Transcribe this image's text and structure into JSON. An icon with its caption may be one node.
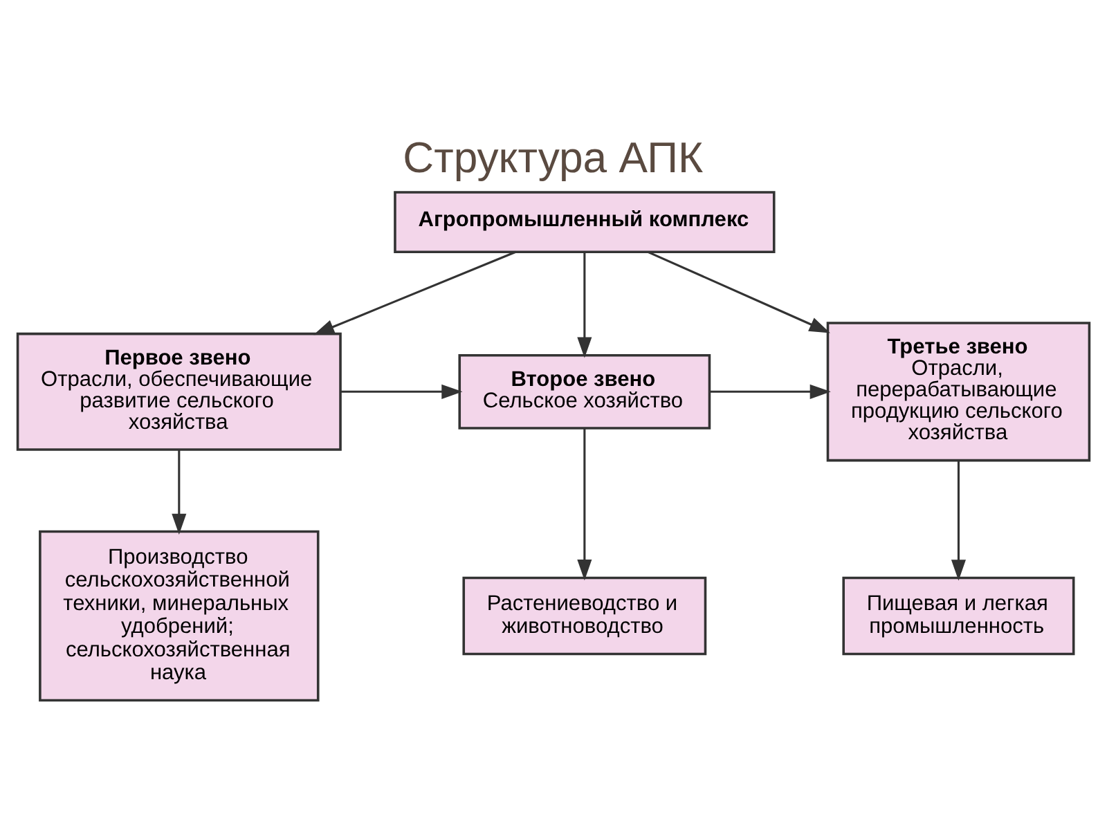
{
  "diagram": {
    "title": "Структура АПК",
    "nodes": [
      {
        "text": [
          "Агропромышленный комплекс"
        ]
      },
      {
        "text": [
          "Первое звено",
          "Отрасли, обеспечивающие развитие сельского хозяйства"
        ]
      },
      {
        "text": [
          "Второе звено",
          "Сельское хозяйство"
        ]
      },
      {
        "text": [
          "Третье звено",
          "Отрасли, перерабатывающие продукцию сельского хозяйства"
        ]
      },
      {
        "text": [
          "Производство сельскохозяйственной техники, минеральных удобрений; сельскохозяйственная наука"
        ]
      },
      {
        "text": [
          "Растениеводство и животноводство"
        ]
      },
      {
        "text": [
          "Пищевая и легкая промышленность"
        ]
      }
    ],
    "edges": [
      {
        "from": 0,
        "to": 1,
        "arrow": "to"
      },
      {
        "from": 0,
        "to": 2,
        "arrow": "to"
      },
      {
        "from": 0,
        "to": 3,
        "arrow": "to"
      },
      {
        "from": 1,
        "to": 2,
        "arrow": "to"
      },
      {
        "from": 2,
        "to": 3,
        "arrow": "to"
      },
      {
        "from": 1,
        "to": 4,
        "arrow": "to"
      },
      {
        "from": 2,
        "to": 5,
        "arrow": "to"
      },
      {
        "from": 3,
        "to": 6,
        "arrow": "to"
      }
    ]
  }
}
